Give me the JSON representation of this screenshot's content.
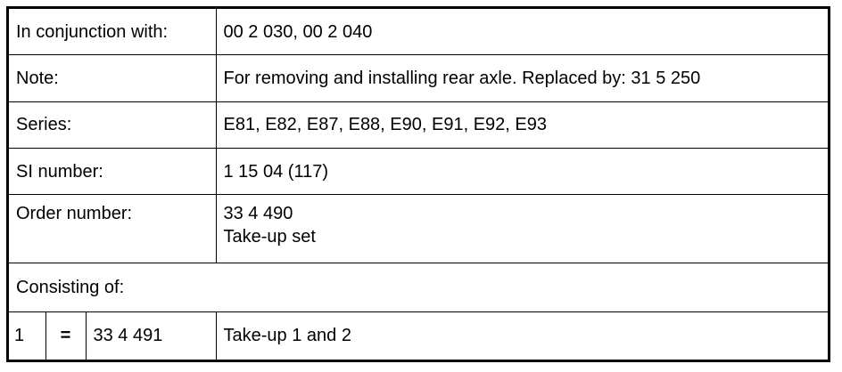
{
  "rows": [
    {
      "label": "In conjunction with:",
      "value": "00 2 030, 00 2 040"
    },
    {
      "label": "Note:",
      "value": "For removing and installing rear axle. Replaced by: 31 5 250"
    },
    {
      "label": "Series:",
      "value": "E81, E82, E87, E88, E90, E91, E92, E93"
    },
    {
      "label": "SI number:",
      "value": "1 15 04 (117)"
    }
  ],
  "order": {
    "label": "Order number:",
    "number": "33 4 490",
    "description": "Take-up set"
  },
  "consisting": {
    "label": "Consisting of:"
  },
  "items": [
    {
      "index": "1",
      "symbol": "=",
      "part_number": "33 4 491",
      "description": "Take-up 1 and 2"
    }
  ]
}
